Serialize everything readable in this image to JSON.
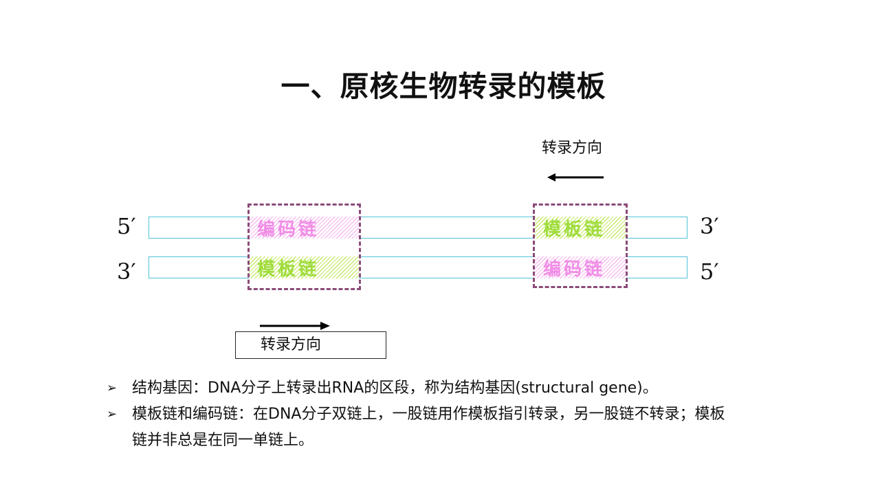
{
  "title": "一、原核生物转录的模板",
  "diagram": {
    "direction_label": "转录方向",
    "top_strand": {
      "left_end": "5′",
      "right_end": "3′"
    },
    "bottom_strand": {
      "left_end": "3′",
      "right_end": "5′"
    },
    "segments": {
      "left_top": "编码链",
      "left_bottom": "模板链",
      "right_top": "模板链",
      "right_bottom": "编码链"
    },
    "colors": {
      "strand_border": "#4ec3d6",
      "coding_strand": "#f08de6",
      "template_strand": "#9fdc3c",
      "dashed_box": "#8a4a78"
    }
  },
  "bullets": [
    "结构基因：DNA分子上转录出RNA的区段，称为结构基因(structural gene)。",
    "模板链和编码链：在DNA分子双链上，一股链用作模板指引转录，另一股链不转录；模板链并非总是在同一单链上。"
  ],
  "bullet_marker": "➢"
}
